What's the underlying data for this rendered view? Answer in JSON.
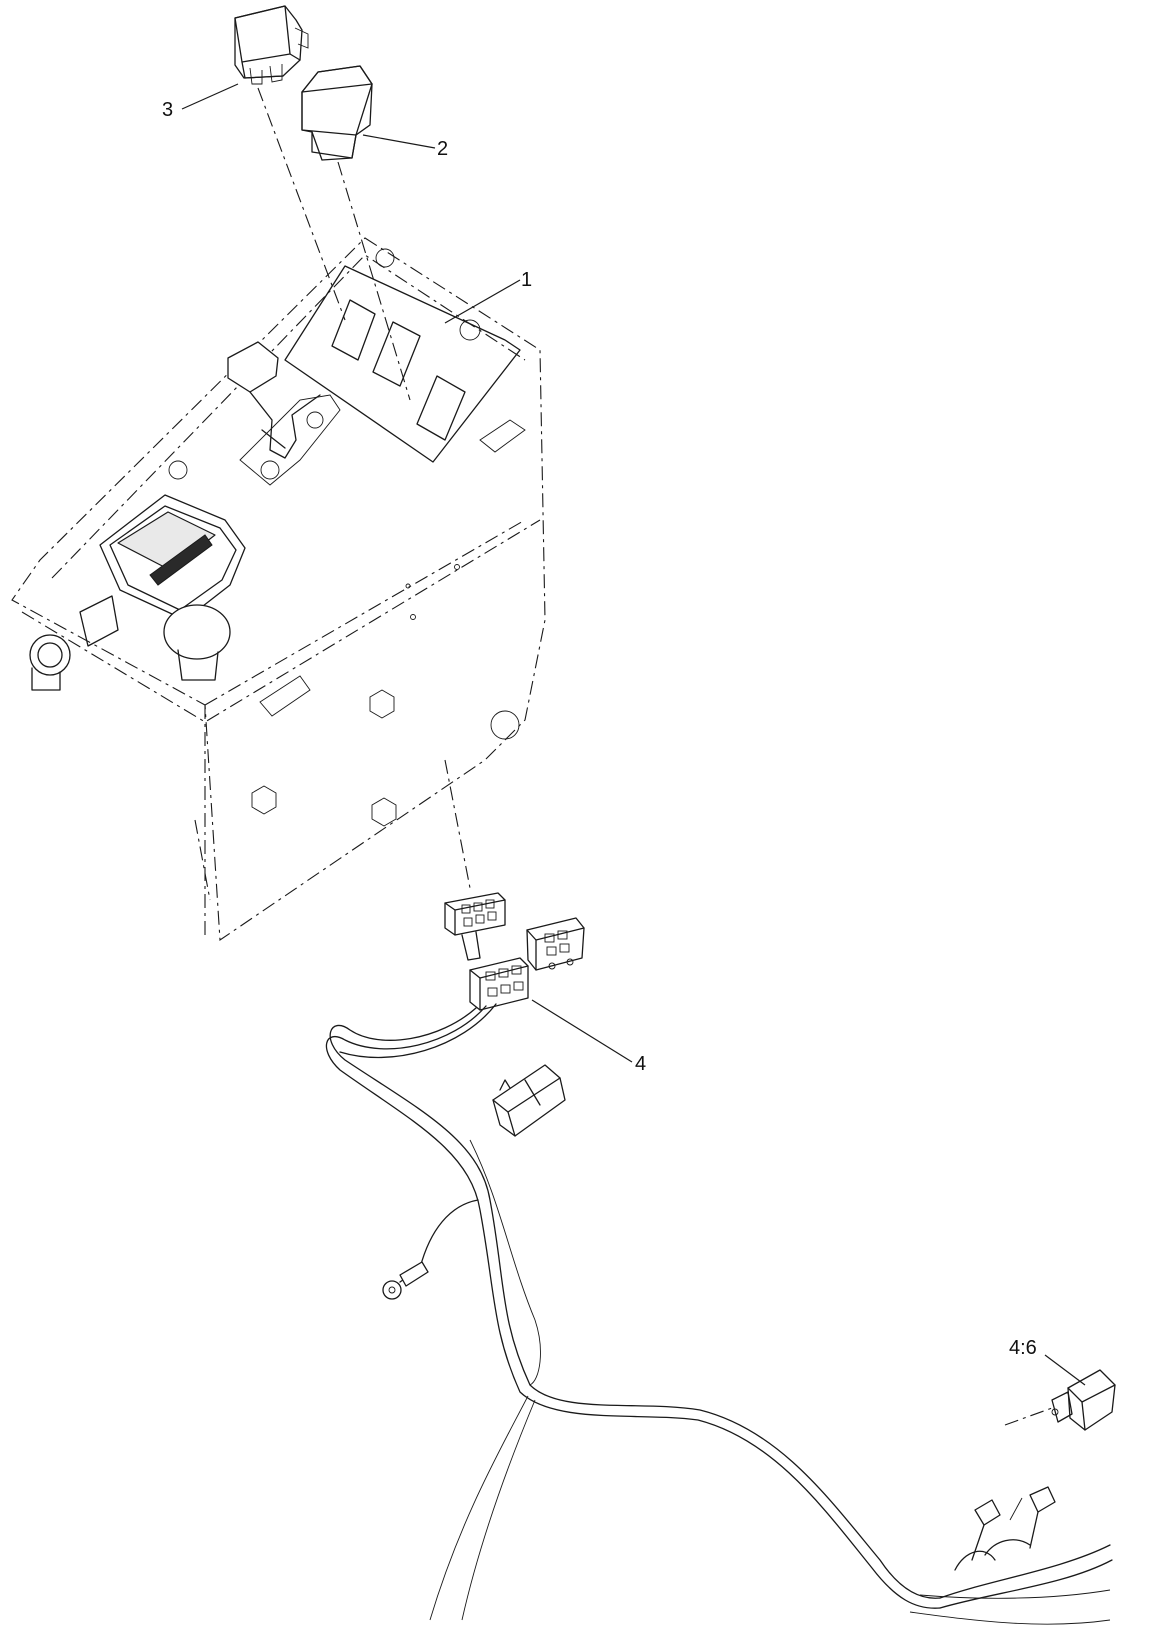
{
  "callouts": {
    "c1": "1",
    "c2": "2",
    "c3": "3",
    "c4": "4",
    "c46": "4:6"
  },
  "colors": {
    "line": "#1a1a1a",
    "background": "#ffffff"
  }
}
